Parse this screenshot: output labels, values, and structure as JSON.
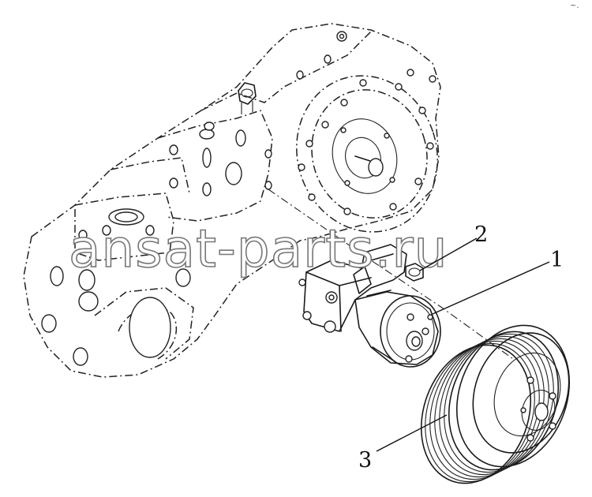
{
  "watermark": "ansat-parts.ru",
  "corner_mark": "~.",
  "callouts": [
    {
      "label": "1"
    },
    {
      "label": "2"
    },
    {
      "label": "3"
    }
  ]
}
